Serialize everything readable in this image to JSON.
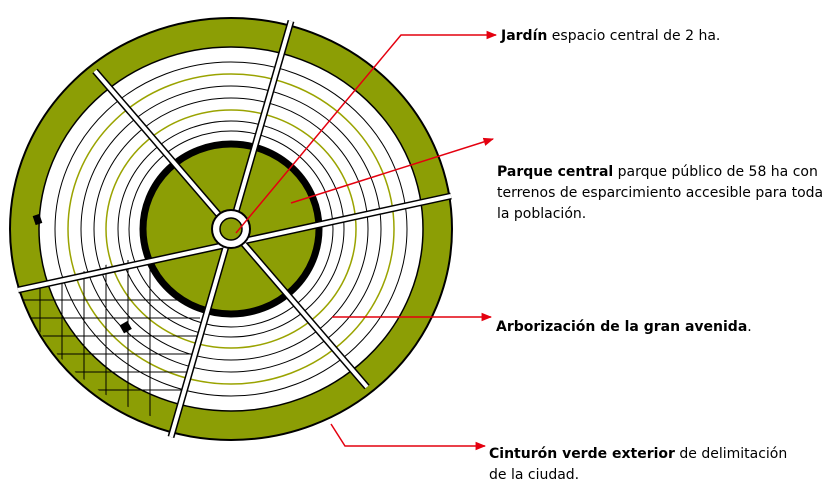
{
  "colors": {
    "green": "#8c9e05",
    "green_ring": "#9aa300",
    "stroke": "#000000",
    "pointer": "#e4000f",
    "road": "#ffffff"
  },
  "labels": {
    "jardin": {
      "bold": "Jardín",
      "text": " espacio central de 2 ha."
    },
    "parque": {
      "bold": "Parque central",
      "text": " parque público de 58 ha con terrenos de esparcimiento accesible para toda la población."
    },
    "arborizacion": {
      "bold": "Arborización de la gran avenida",
      "text": "."
    },
    "cinturon": {
      "bold": "Cinturón verde exterior",
      "text": " de delimitación de la ciudad."
    }
  },
  "icons": [
    "arrow-icon"
  ]
}
